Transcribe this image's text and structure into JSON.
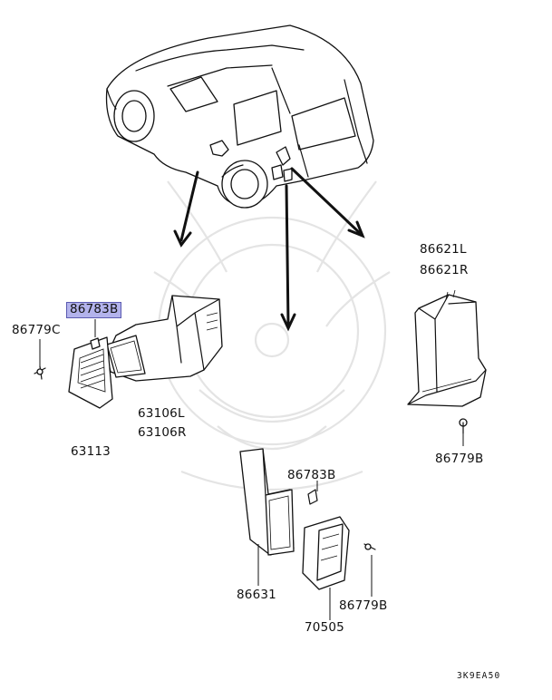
{
  "labels": {
    "p86621l": "86621L",
    "p86621r": "86621R",
    "p86783b_hl": "86783B",
    "p86779c": "86779C",
    "p63106l": "63106L",
    "p63106r": "63106R",
    "p63113": "63113",
    "p86783b": "86783B",
    "p86779b_right": "86779B",
    "p86631": "86631",
    "p86779b_bottom": "86779B",
    "p70505": "70505"
  },
  "diagram_code": "3K9EA50",
  "colors": {
    "highlight": "#b3b3ec",
    "line": "#111111",
    "watermark": "#e4e4e4"
  }
}
